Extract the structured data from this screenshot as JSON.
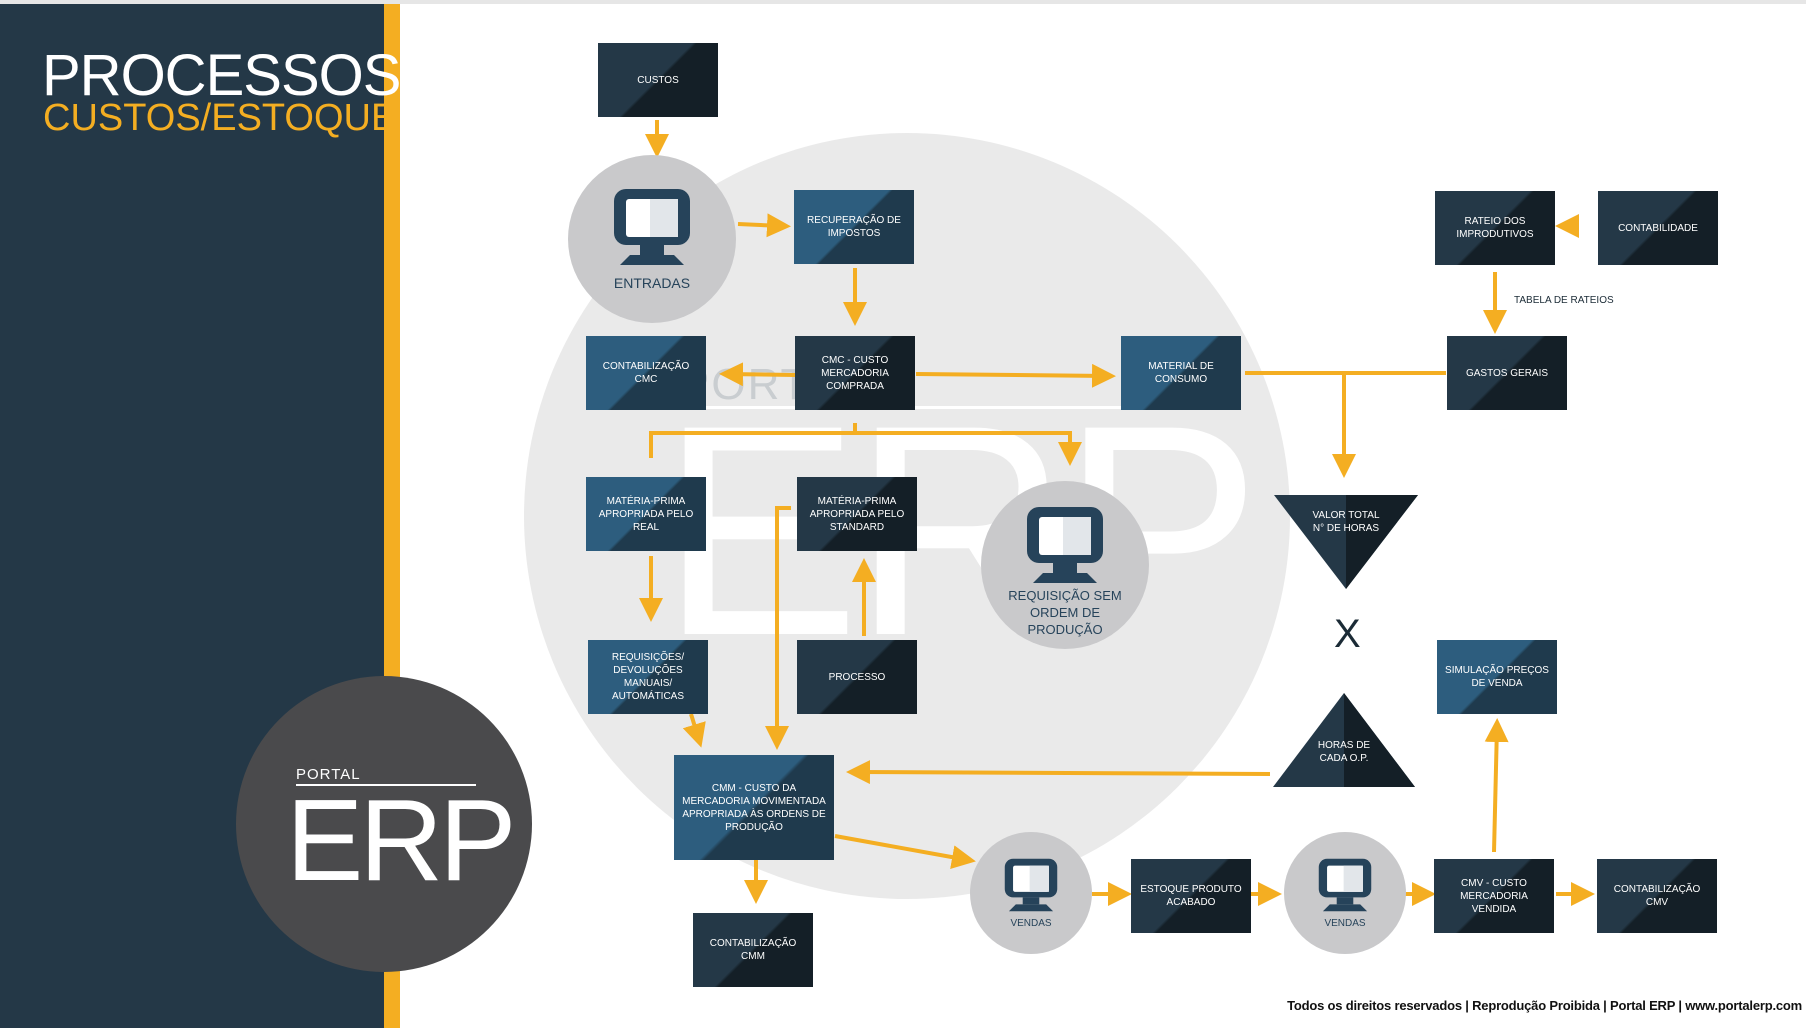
{
  "title": {
    "line1": "PROCESSOS",
    "line2": "CUSTOS/ESTOQUE"
  },
  "logo": {
    "portal": "PORTAL",
    "erp": "ERP"
  },
  "watermark": {
    "portal": "PORTAL",
    "erp": "ERP"
  },
  "nodes": {
    "custos": "CUSTOS",
    "entradas": "ENTRADAS",
    "recuperacao": "RECUPERAÇÃO DE IMPOSTOS",
    "contab_cmc": "CONTABILIZAÇÃO CMC",
    "cmc": "CMC - CUSTO MERCADORIA COMPRADA",
    "material_consumo": "MATERIAL DE CONSUMO",
    "rateio": "RATEIO DOS IMPRODUTIVOS",
    "contabilidade": "CONTABILIDADE",
    "tabela_rateios": "TABELA DE RATEIOS",
    "gastos_gerais": "GASTOS GERAIS",
    "mp_real": "MATÉRIA-PRIMA APROPRIADA PELO REAL",
    "mp_standard": "MATÉRIA-PRIMA APROPRIADA PELO STANDARD",
    "requisicao_sem_op": "REQUISIÇÃO SEM ORDEM DE PRODUÇÃO",
    "valor_total": "VALOR TOTAL N° DE HORAS",
    "x": "X",
    "requisicoes": "REQUISIÇÕES/ DEVOLUÇÕES MANUAIS/ AUTOMÁTICAS",
    "processo": "PROCESSO",
    "simulacao": "SIMULAÇÃO PREÇOS DE VENDA",
    "horas_op": "HORAS DE CADA O.P.",
    "cmm": "CMM - CUSTO DA MERCADORIA MOVIMENTADA APROPRIADA ÀS ORDENS DE PRODUÇÃO",
    "vendas1": "VENDAS",
    "estoque": "ESTOQUE PRODUTO ACABADO",
    "vendas2": "VENDAS",
    "cmv": "CMV - CUSTO MERCADORIA VENDIDA",
    "contab_cmv": "CONTABILIZAÇÃO CMV",
    "contab_cmm": "CONTABILIZAÇÃO CMM"
  },
  "footer": "Todos os direitos reservados | Reprodução Proibida | Portal ERP | www.portalerp.com",
  "colors": {
    "navy": "#243847",
    "accent": "#f4ae22",
    "circle": "#c9c9cb"
  }
}
